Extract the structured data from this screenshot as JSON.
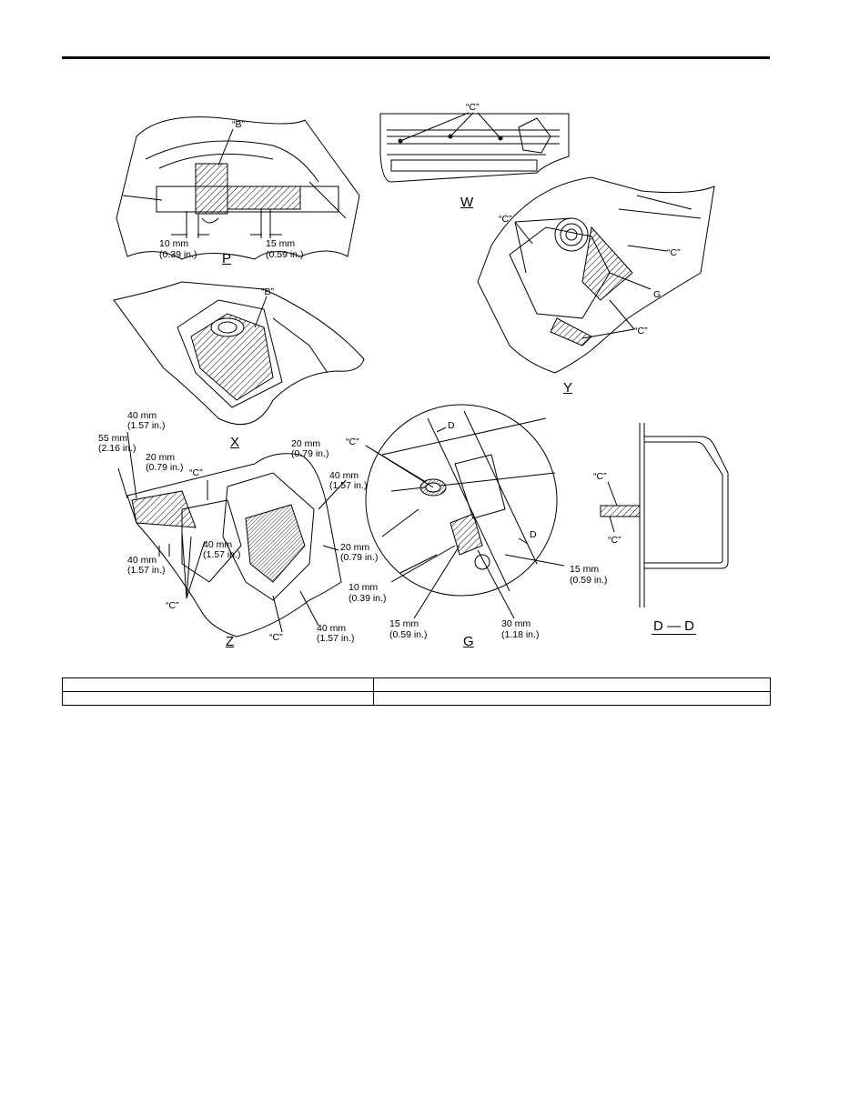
{
  "figure": {
    "views": {
      "P": {
        "name": "P",
        "callouts": [
          "“B”"
        ],
        "dims": [
          "10 mm",
          "(0.39 in.)",
          "15 mm",
          "(0.59 in.)"
        ]
      },
      "W": {
        "name": "W",
        "callouts": [
          "“C”"
        ]
      },
      "Y": {
        "name": "Y",
        "callouts": [
          "“C”",
          "“C”",
          "G",
          "“C”"
        ]
      },
      "X": {
        "name": "X",
        "callouts": [
          "“B”"
        ]
      },
      "Z": {
        "name": "Z",
        "callouts": [
          "“C”",
          "“C”",
          "“C”"
        ],
        "dims": [
          "40 mm",
          "(1.57 in.)",
          "55 mm",
          "(2.16 in.)",
          "20 mm",
          "(0.79 in.)",
          "20 mm",
          "(0.79 in.)",
          "40 mm",
          "(1.57 in.)",
          "40 mm",
          "(1.57 in.)",
          "40 mm",
          "(1.57 in.)",
          "20 mm",
          "(0.79 in.)",
          "40 mm",
          "(1.57 in.)"
        ]
      },
      "G": {
        "name": "G",
        "callouts": [
          "“C”",
          "D",
          "D"
        ],
        "dims": [
          "15 mm",
          "(0.59 in.)",
          "10 mm",
          "(0.39 in.)",
          "15 mm",
          "(0.59 in.)",
          "30 mm",
          "(1.18 in.)"
        ]
      },
      "DD": {
        "name": "D — D",
        "callouts": [
          "“C”",
          "“C”"
        ]
      }
    }
  },
  "table": {
    "rows": [
      [
        "",
        ""
      ],
      [
        "",
        ""
      ]
    ]
  }
}
